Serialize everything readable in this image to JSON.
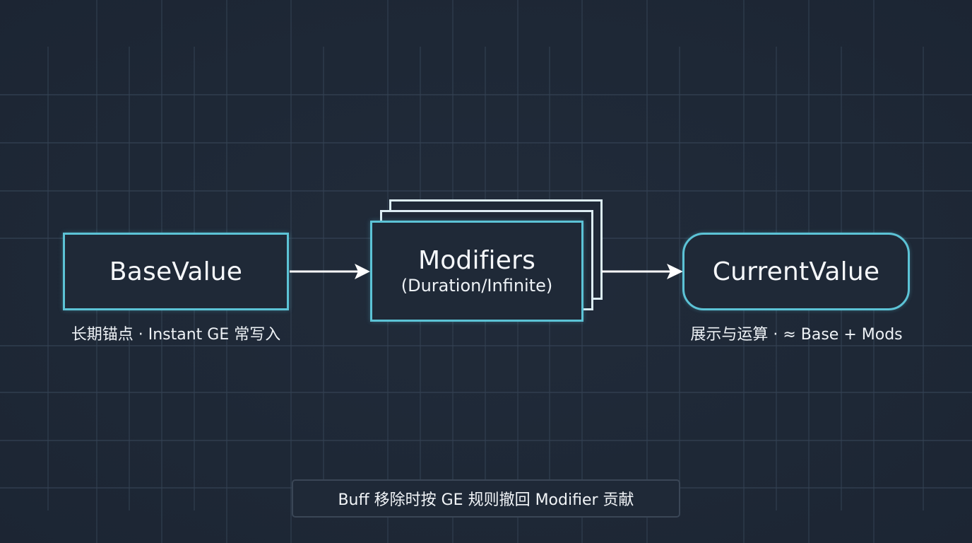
{
  "diagram": {
    "nodes": {
      "base": {
        "title": "BaseValue",
        "caption": "长期锚点 · Instant GE 常写入"
      },
      "modifiers": {
        "title": "Modifiers",
        "subtitle": "(Duration/Infinite)"
      },
      "current": {
        "title": "CurrentValue",
        "caption": "展示与运算 · ≈ Base + Mods"
      }
    },
    "edges": [
      {
        "from": "BaseValue",
        "to": "Modifiers"
      },
      {
        "from": "Modifiers",
        "to": "CurrentValue"
      }
    ],
    "note": "Buff 移除时按 GE 规则撤回 Modifier 贡献",
    "colors": {
      "background": "#1f2937",
      "accent": "#5cc3d6",
      "stack_outline": "#dcedf3",
      "grid": "#344253",
      "text": "#f5f7fa"
    }
  }
}
